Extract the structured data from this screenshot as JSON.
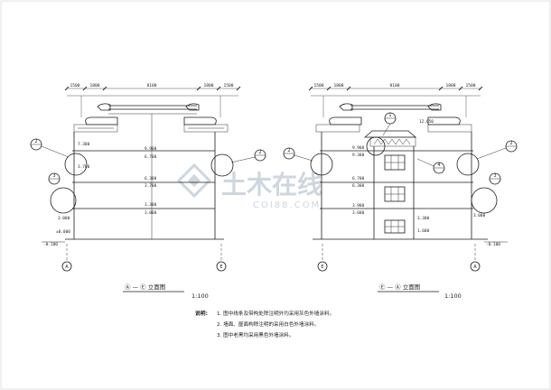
{
  "left_elevation": {
    "title": "Ⓐ — Ⓔ 立面图",
    "scale": "1:100",
    "dims_top": [
      "1500",
      "1800",
      "8100",
      "1800",
      "1500"
    ],
    "levels_right": [
      "9.900",
      "6.700",
      "6.300",
      "3.700",
      "3.300",
      "3.000",
      "±0.000"
    ],
    "levels_left": [
      "7.300",
      "3.700",
      "3.000"
    ],
    "level_ground": "-0.100",
    "axis_bottom_left": "A",
    "axis_bottom_right": "E",
    "callouts_left": [
      "2",
      "3"
    ],
    "callouts_right": [
      "2"
    ]
  },
  "right_elevation": {
    "title": "Ⓔ — Ⓐ 立面图",
    "scale": "1:100",
    "dims_top": [
      "1500",
      "1800",
      "8100",
      "1800",
      "1500"
    ],
    "levels_center": [
      "12.650",
      "9.900",
      "9.300",
      "6.700",
      "6.300",
      "3.900",
      "3.600",
      "3.300",
      "1.600"
    ],
    "levels_right": [
      "3.000"
    ],
    "level_ground": "-0.100",
    "axis_bottom_left": "E",
    "axis_bottom_right": "A",
    "callouts_left": [
      "2"
    ],
    "callouts_right": [
      "2",
      "3"
    ],
    "callouts_center": [
      "1",
      "4"
    ]
  },
  "notes": {
    "label": "说明:",
    "items": [
      "1. 图中线条及带构处除注明外均采用灰色外墙涂料。",
      "2. 墙面、屋面构除注明的采用白色外墙涂料。",
      "3. 图中老黑均采用黑色外墙涂料。"
    ]
  },
  "watermark": {
    "main": "土木在线",
    "sub": "COI88.COM"
  },
  "colors": {
    "line": "#1c1c1c",
    "watermark": "#c9d3dc"
  }
}
